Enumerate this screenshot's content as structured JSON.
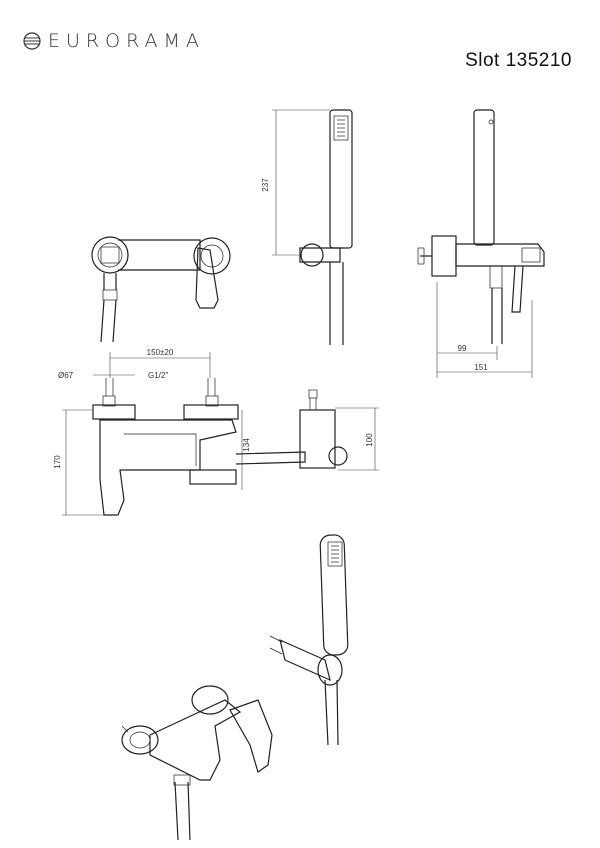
{
  "header": {
    "brand": "EURORAMA",
    "product_title": "Slot 135210",
    "logo_icon": "eurorama-logo-icon"
  },
  "dimensions": {
    "hand_shower_height": "237",
    "side_depth_1": "99",
    "side_depth_2": "151",
    "diameter": "Ø67",
    "centers": "150±20",
    "thread": "G1/2\"",
    "total_height": "170",
    "spout_height": "134",
    "holder_height": "100"
  },
  "colors": {
    "line": "#222222",
    "background": "#ffffff"
  }
}
